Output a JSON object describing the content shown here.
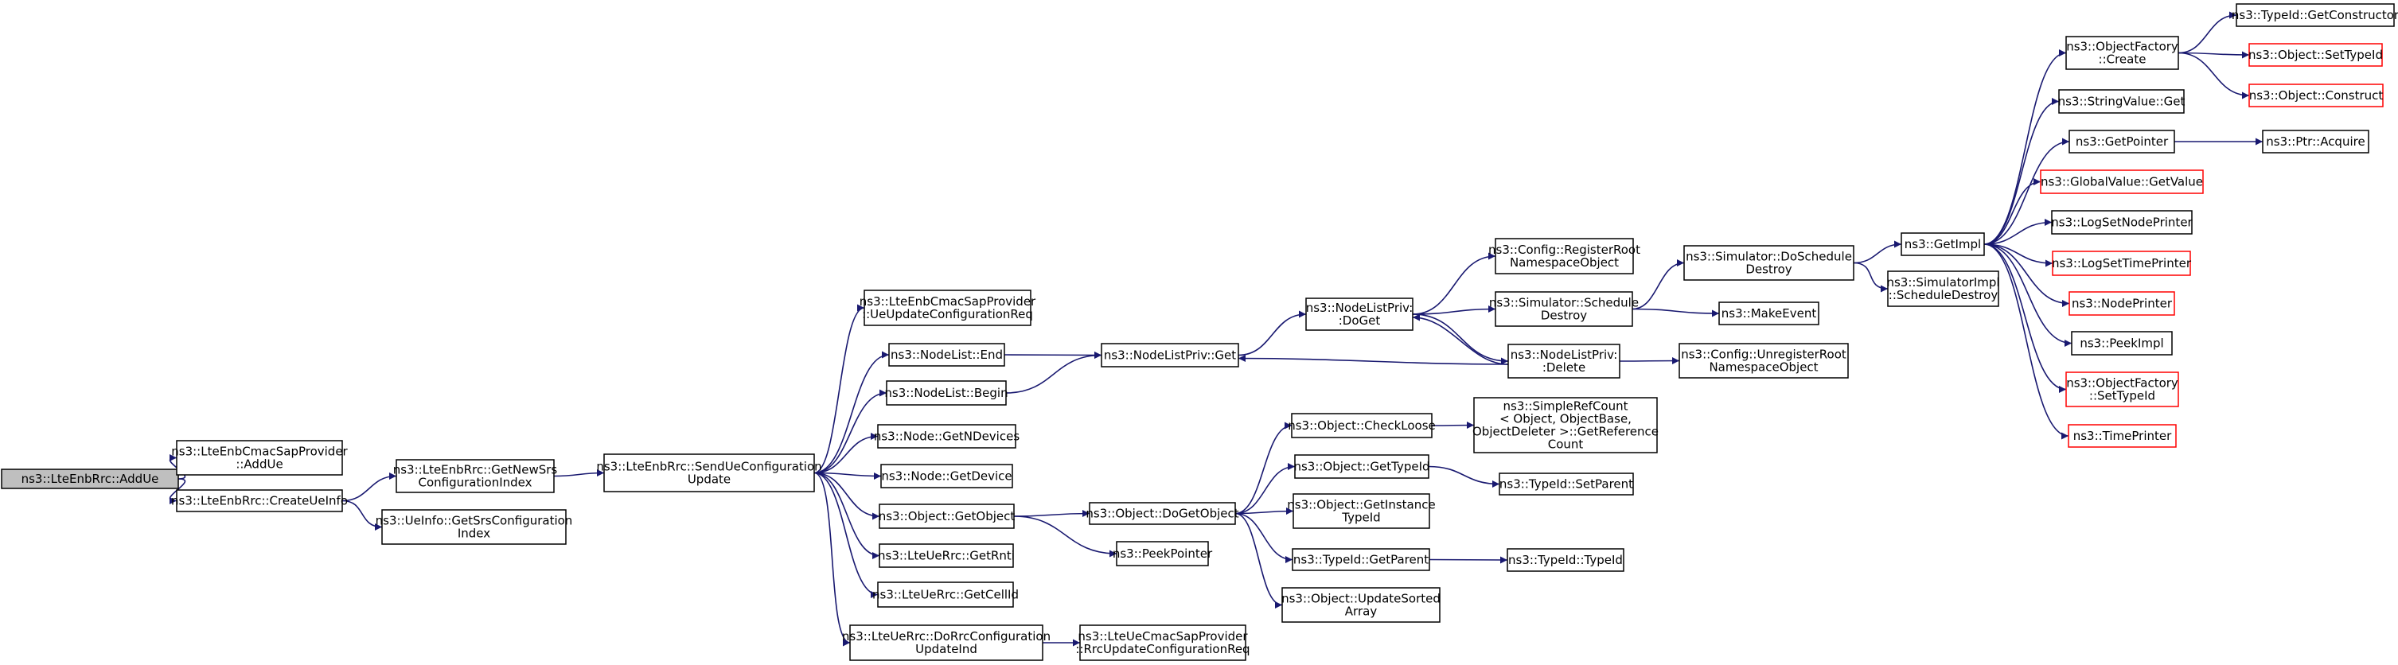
{
  "diagram": {
    "colors": {
      "edge": "#191970",
      "box_border": "#000000",
      "box_fill": "#ffffff",
      "external_border": "#ff0000",
      "root_fill": "#bfbfbf"
    },
    "nodes": [
      {
        "id": "n0",
        "lines": [
          "ns3::LteEnbRrc::AddUe"
        ],
        "style": "root"
      },
      {
        "id": "n1",
        "lines": [
          "ns3::LteEnbCmacSapProvider",
          "::AddUe"
        ],
        "style": "normal"
      },
      {
        "id": "n2",
        "lines": [
          "ns3::LteEnbRrc::CreateUeInfo"
        ],
        "style": "normal"
      },
      {
        "id": "n3",
        "lines": [
          "ns3::LteEnbRrc::GetNewSrs",
          "ConfigurationIndex"
        ],
        "style": "normal"
      },
      {
        "id": "n4",
        "lines": [
          "ns3::UeInfo::GetSrsConfiguration",
          "Index"
        ],
        "style": "normal"
      },
      {
        "id": "n5",
        "lines": [
          "ns3::LteEnbRrc::SendUeConfiguration",
          "Update"
        ],
        "style": "normal"
      },
      {
        "id": "n6",
        "lines": [
          "ns3::LteEnbCmacSapProvider",
          "::UeUpdateConfigurationReq"
        ],
        "style": "normal"
      },
      {
        "id": "n7",
        "lines": [
          "ns3::NodeList::End"
        ],
        "style": "normal"
      },
      {
        "id": "n8",
        "lines": [
          "ns3::NodeList::Begin"
        ],
        "style": "normal"
      },
      {
        "id": "n9",
        "lines": [
          "ns3::Node::GetNDevices"
        ],
        "style": "normal"
      },
      {
        "id": "n10",
        "lines": [
          "ns3::Node::GetDevice"
        ],
        "style": "normal"
      },
      {
        "id": "n11",
        "lines": [
          "ns3::Object::GetObject"
        ],
        "style": "normal"
      },
      {
        "id": "n12",
        "lines": [
          "ns3::LteUeRrc::GetRnti"
        ],
        "style": "normal"
      },
      {
        "id": "n13",
        "lines": [
          "ns3::LteUeRrc::GetCellId"
        ],
        "style": "normal"
      },
      {
        "id": "n14",
        "lines": [
          "ns3::LteUeRrc::DoRrcConfiguration",
          "UpdateInd"
        ],
        "style": "normal"
      },
      {
        "id": "n15",
        "lines": [
          "ns3::LteUeCmacSapProvider",
          "::RrcUpdateConfigurationReq"
        ],
        "style": "normal"
      },
      {
        "id": "n16",
        "lines": [
          "ns3::NodeListPriv::Get"
        ],
        "style": "normal"
      },
      {
        "id": "n17",
        "lines": [
          "ns3::NodeListPriv:",
          ":DoGet"
        ],
        "style": "normal"
      },
      {
        "id": "n18",
        "lines": [
          "ns3::NodeListPriv:",
          ":Delete"
        ],
        "style": "normal"
      },
      {
        "id": "n19",
        "lines": [
          "ns3::Config::RegisterRoot",
          "NamespaceObject"
        ],
        "style": "normal"
      },
      {
        "id": "n20",
        "lines": [
          "ns3::Simulator::Schedule",
          "Destroy"
        ],
        "style": "normal"
      },
      {
        "id": "n21",
        "lines": [
          "ns3::Simulator::DoSchedule",
          "Destroy"
        ],
        "style": "normal"
      },
      {
        "id": "n22",
        "lines": [
          "ns3::MakeEvent"
        ],
        "style": "normal"
      },
      {
        "id": "n23",
        "lines": [
          "ns3::Config::UnregisterRoot",
          "NamespaceObject"
        ],
        "style": "normal"
      },
      {
        "id": "n24",
        "lines": [
          "ns3::GetImpl"
        ],
        "style": "normal"
      },
      {
        "id": "n25",
        "lines": [
          "ns3::SimulatorImpl",
          "::ScheduleDestroy"
        ],
        "style": "normal"
      },
      {
        "id": "n26",
        "lines": [
          "ns3::Object::DoGetObject"
        ],
        "style": "normal"
      },
      {
        "id": "n27",
        "lines": [
          "ns3::PeekPointer"
        ],
        "style": "normal"
      },
      {
        "id": "n28",
        "lines": [
          "ns3::Object::CheckLoose"
        ],
        "style": "normal"
      },
      {
        "id": "n29",
        "lines": [
          "ns3::Object::GetTypeId"
        ],
        "style": "normal"
      },
      {
        "id": "n30",
        "lines": [
          "ns3::Object::GetInstance",
          "TypeId"
        ],
        "style": "normal"
      },
      {
        "id": "n31",
        "lines": [
          "ns3::TypeId::GetParent"
        ],
        "style": "normal"
      },
      {
        "id": "n32",
        "lines": [
          "ns3::Object::UpdateSorted",
          "Array"
        ],
        "style": "normal"
      },
      {
        "id": "n33",
        "lines": [
          "ns3::SimpleRefCount",
          "< Object, ObjectBase,",
          "ObjectDeleter >::GetReference",
          "Count"
        ],
        "style": "normal"
      },
      {
        "id": "n34",
        "lines": [
          "ns3::TypeId::SetParent"
        ],
        "style": "normal"
      },
      {
        "id": "n35",
        "lines": [
          "ns3::TypeId::TypeId"
        ],
        "style": "normal"
      },
      {
        "id": "n36",
        "lines": [
          "ns3::ObjectFactory",
          "::Create"
        ],
        "style": "normal"
      },
      {
        "id": "n37",
        "lines": [
          "ns3::StringValue::Get"
        ],
        "style": "normal"
      },
      {
        "id": "n38",
        "lines": [
          "ns3::GetPointer"
        ],
        "style": "normal"
      },
      {
        "id": "n39",
        "lines": [
          "ns3::GlobalValue::GetValue"
        ],
        "style": "external"
      },
      {
        "id": "n40",
        "lines": [
          "ns3::LogSetNodePrinter"
        ],
        "style": "normal"
      },
      {
        "id": "n41",
        "lines": [
          "ns3::LogSetTimePrinter"
        ],
        "style": "external"
      },
      {
        "id": "n42",
        "lines": [
          "ns3::NodePrinter"
        ],
        "style": "external"
      },
      {
        "id": "n43",
        "lines": [
          "ns3::PeekImpl"
        ],
        "style": "normal"
      },
      {
        "id": "n44",
        "lines": [
          "ns3::ObjectFactory",
          "::SetTypeId"
        ],
        "style": "external"
      },
      {
        "id": "n45",
        "lines": [
          "ns3::TimePrinter"
        ],
        "style": "external"
      },
      {
        "id": "n46",
        "lines": [
          "ns3::TypeId::GetConstructor"
        ],
        "style": "normal"
      },
      {
        "id": "n47",
        "lines": [
          "ns3::Object::SetTypeId"
        ],
        "style": "external"
      },
      {
        "id": "n48",
        "lines": [
          "ns3::Object::Construct"
        ],
        "style": "external"
      },
      {
        "id": "n49",
        "lines": [
          "ns3::Ptr::Acquire"
        ],
        "style": "normal"
      }
    ],
    "edges": [
      [
        "n0",
        "n1"
      ],
      [
        "n0",
        "n2"
      ],
      [
        "n2",
        "n3"
      ],
      [
        "n2",
        "n4"
      ],
      [
        "n3",
        "n5"
      ],
      [
        "n5",
        "n6"
      ],
      [
        "n5",
        "n7"
      ],
      [
        "n5",
        "n8"
      ],
      [
        "n5",
        "n9"
      ],
      [
        "n5",
        "n10"
      ],
      [
        "n5",
        "n11"
      ],
      [
        "n5",
        "n12"
      ],
      [
        "n5",
        "n13"
      ],
      [
        "n5",
        "n14"
      ],
      [
        "n7",
        "n16"
      ],
      [
        "n8",
        "n16"
      ],
      [
        "n16",
        "n17"
      ],
      [
        "n17",
        "n19"
      ],
      [
        "n17",
        "n20"
      ],
      [
        "n17",
        "n18"
      ],
      [
        "n18",
        "n16"
      ],
      [
        "n18",
        "n17"
      ],
      [
        "n18",
        "n23"
      ],
      [
        "n20",
        "n21"
      ],
      [
        "n20",
        "n22"
      ],
      [
        "n21",
        "n24"
      ],
      [
        "n21",
        "n25"
      ],
      [
        "n11",
        "n26"
      ],
      [
        "n11",
        "n27"
      ],
      [
        "n14",
        "n15"
      ],
      [
        "n26",
        "n28"
      ],
      [
        "n26",
        "n29"
      ],
      [
        "n26",
        "n30"
      ],
      [
        "n26",
        "n31"
      ],
      [
        "n26",
        "n32"
      ],
      [
        "n28",
        "n33"
      ],
      [
        "n29",
        "n34"
      ],
      [
        "n31",
        "n35"
      ],
      [
        "n24",
        "n36"
      ],
      [
        "n24",
        "n37"
      ],
      [
        "n24",
        "n38"
      ],
      [
        "n24",
        "n39"
      ],
      [
        "n24",
        "n40"
      ],
      [
        "n24",
        "n41"
      ],
      [
        "n24",
        "n42"
      ],
      [
        "n24",
        "n43"
      ],
      [
        "n24",
        "n44"
      ],
      [
        "n24",
        "n45"
      ],
      [
        "n36",
        "n46"
      ],
      [
        "n36",
        "n47"
      ],
      [
        "n36",
        "n48"
      ],
      [
        "n38",
        "n49"
      ]
    ]
  }
}
